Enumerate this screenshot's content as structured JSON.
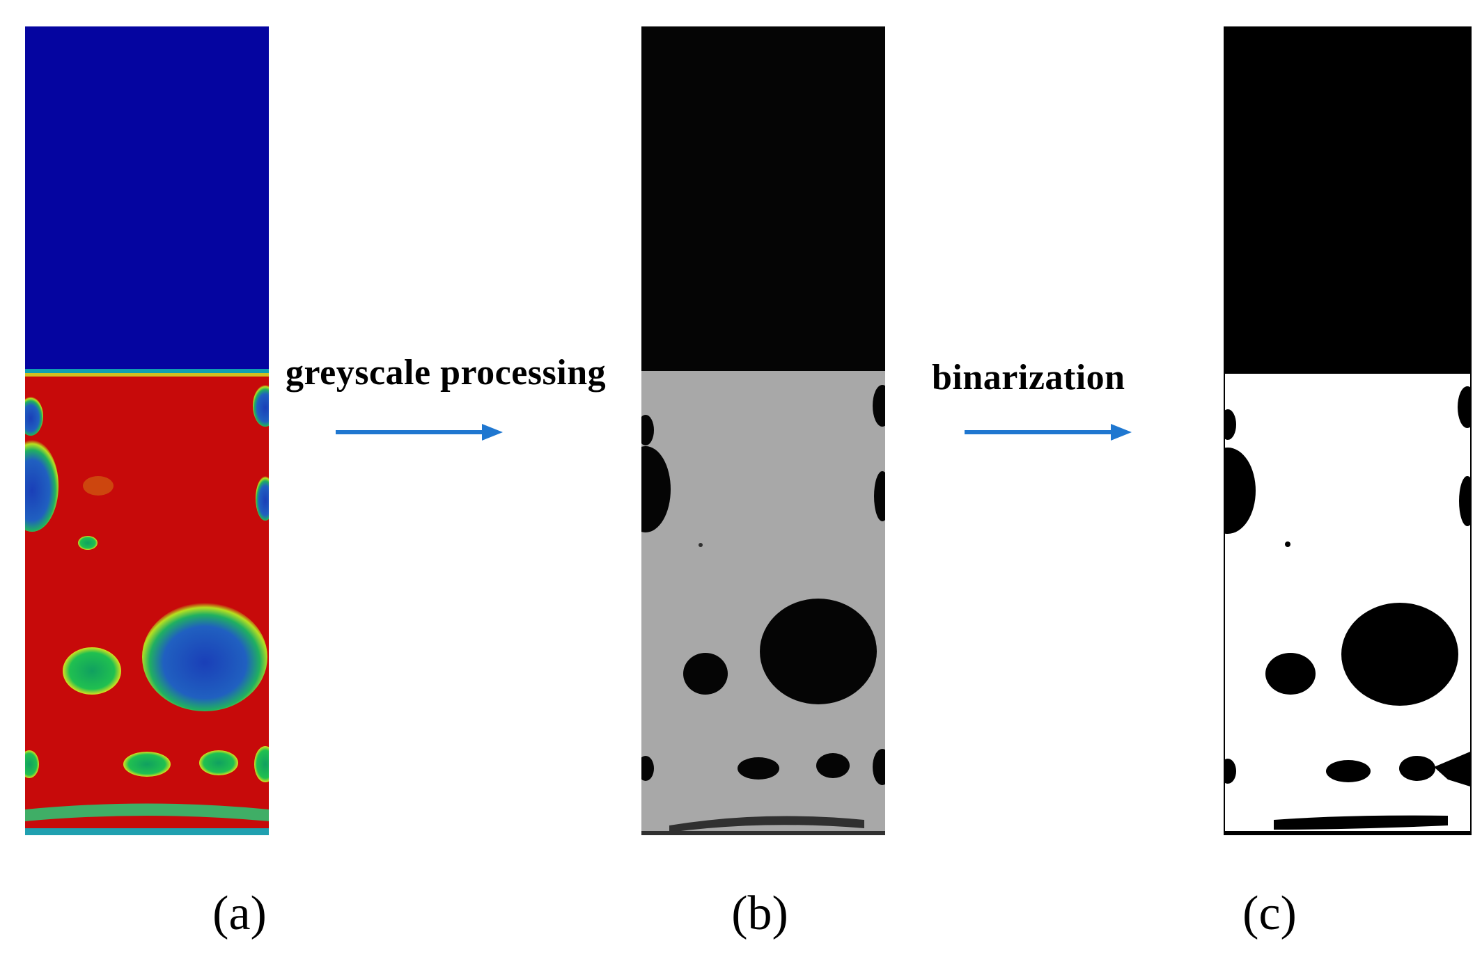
{
  "steps": {
    "first": "greyscale processing",
    "second": "binarization"
  },
  "captions": {
    "a": "(a)",
    "b": "(b)",
    "c": "(c)"
  },
  "colors": {
    "arrow": "#1f77d0",
    "phase_upper": "#0505a0",
    "phase_lower": "#c70a0a",
    "grey_lower": "#a8a8a8",
    "bubble_dark": "#000000"
  }
}
